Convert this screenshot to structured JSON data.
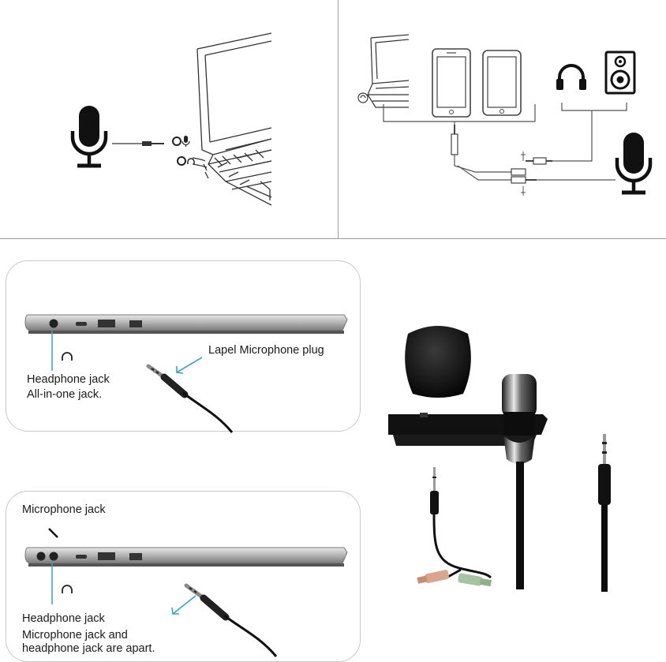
{
  "panel_top": {
    "headphone_label": "Headphone jack",
    "allinone_label": "All-in-one jack.",
    "plug_label": "Lapel Microphone plug"
  },
  "panel_bottom": {
    "mic_jack_label": "Microphone jack",
    "headphone_label": "Headphone jack",
    "apart_line1": "Microphone jack and",
    "apart_line2": "headphone jack are apart."
  },
  "icons": [
    "microphone-icon",
    "laptop-icon",
    "phone-icon",
    "tablet-icon",
    "headphones-icon",
    "speaker-icon",
    "splitter-cable-icon",
    "lapel-microphone-icon",
    "audio-plug-icon"
  ],
  "colors": {
    "accent_arrow": "#3b9fd1",
    "line_art": "#333333",
    "panel_border": "#c9c9c9",
    "pink_plug": "#d9a58f",
    "green_plug": "#a7c4a2"
  }
}
